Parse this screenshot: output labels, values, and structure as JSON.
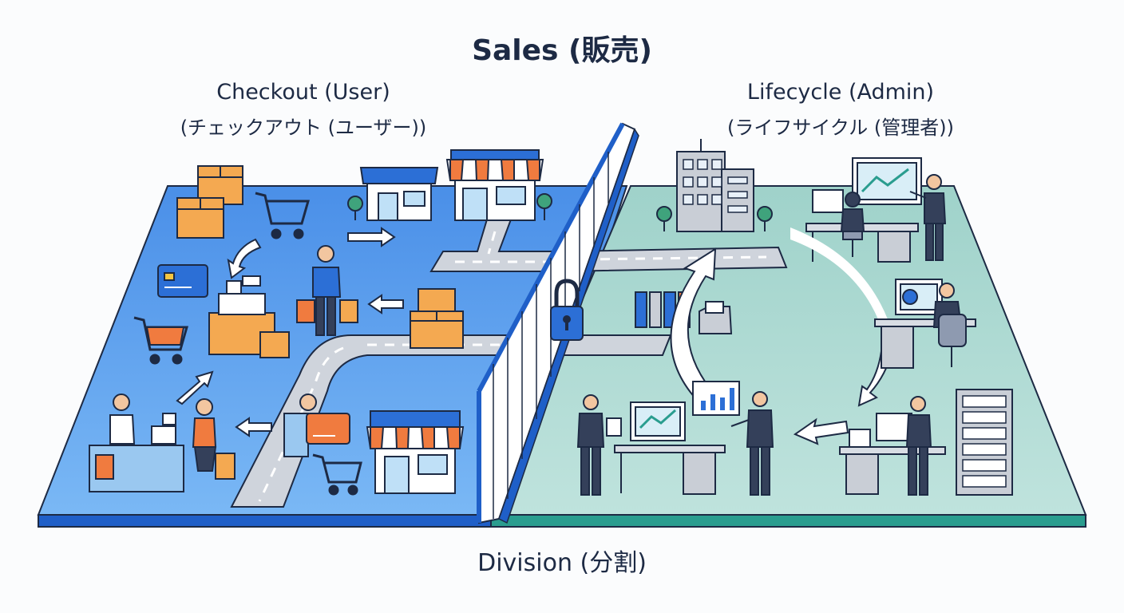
{
  "title": "Sales (販売)",
  "left_panel": {
    "title": "Checkout (User)",
    "subtitle": "(チェックアウト (ユーザー))",
    "accent": "#4a90e2"
  },
  "right_panel": {
    "title": "Lifecycle (Admin)",
    "subtitle": "(ライフサイクル (管理者))",
    "accent": "#a8d5cf"
  },
  "footer": "Division (分割)",
  "divider_icon": "padlock-icon"
}
